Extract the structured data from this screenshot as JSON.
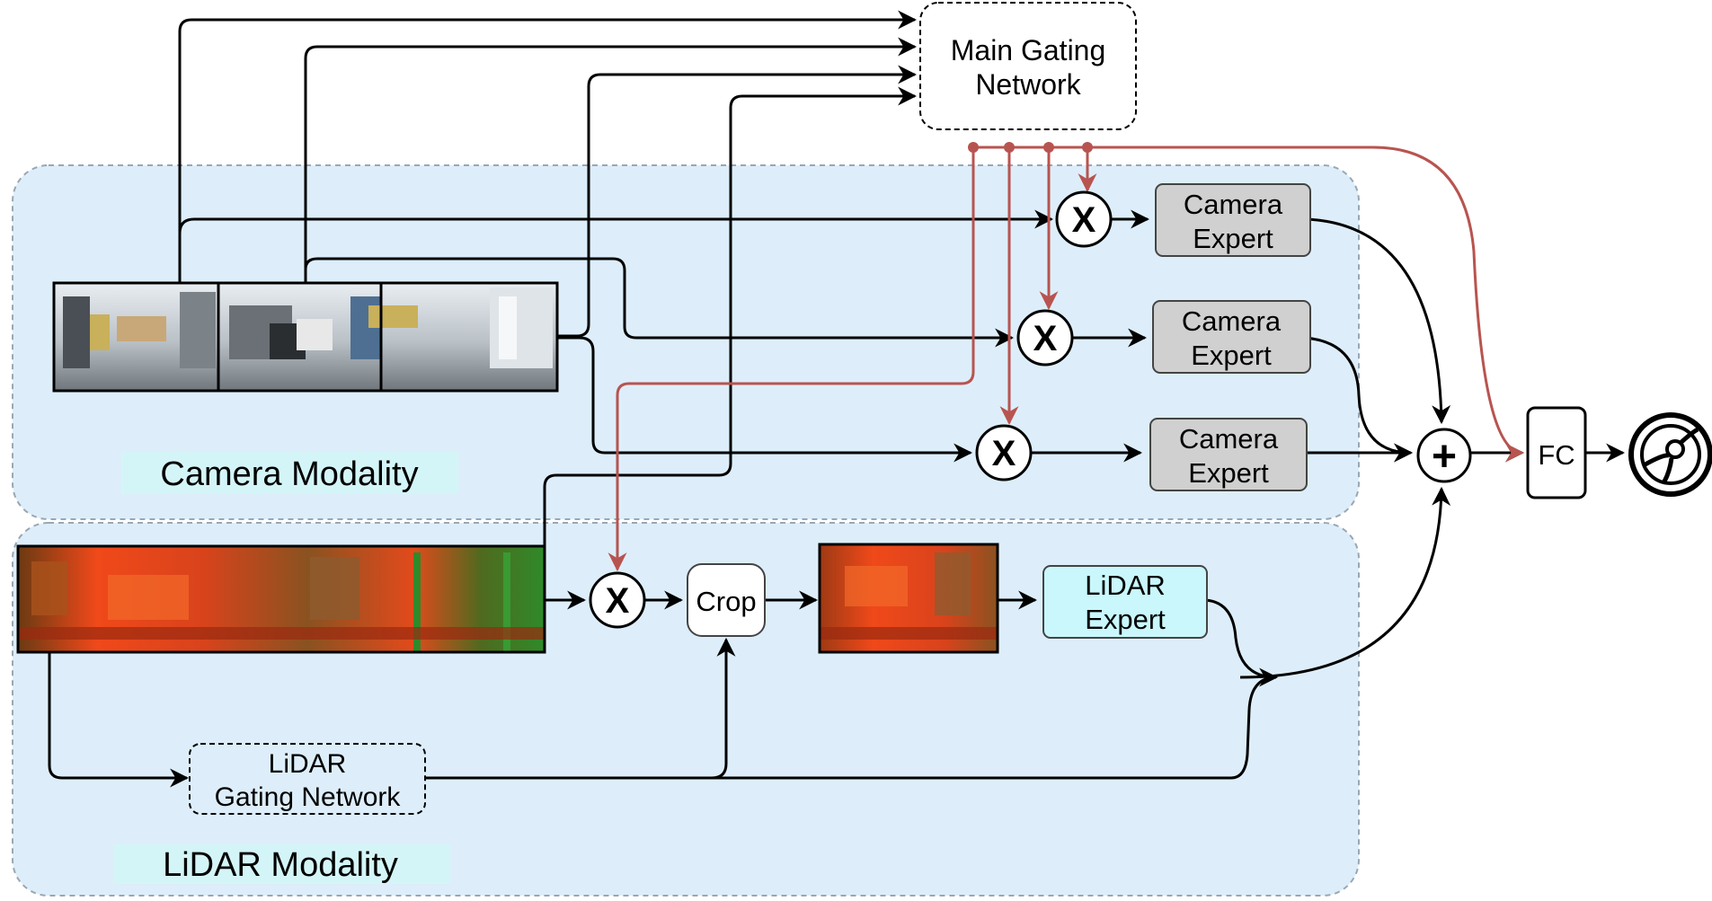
{
  "main_gating": {
    "line1": "Main Gating",
    "line2": "Network"
  },
  "camera_experts": [
    {
      "line1": "Camera",
      "line2": "Expert"
    },
    {
      "line1": "Camera",
      "line2": "Expert"
    },
    {
      "line1": "Camera",
      "line2": "Expert"
    }
  ],
  "lidar_expert": {
    "line1": "LiDAR",
    "line2": "Expert"
  },
  "lidar_gating": {
    "line1": "LiDAR",
    "line2": "Gating Network"
  },
  "crop_label": "Crop",
  "fc_label": "FC",
  "multiply_symbol": "X",
  "sum_symbol": "+",
  "camera_modality_label": "Camera Modality",
  "lidar_modality_label": "LiDAR Modality",
  "icons": [
    "steering-wheel-icon"
  ],
  "colors": {
    "modality_bg": "#ddeefa",
    "label_bg": "#d4f5f8",
    "camera_expert_fill": "#d0d0d0",
    "lidar_expert_fill": "#c9f7fb",
    "gating_arrow": "#b85450",
    "flow_arrow": "#000000"
  }
}
